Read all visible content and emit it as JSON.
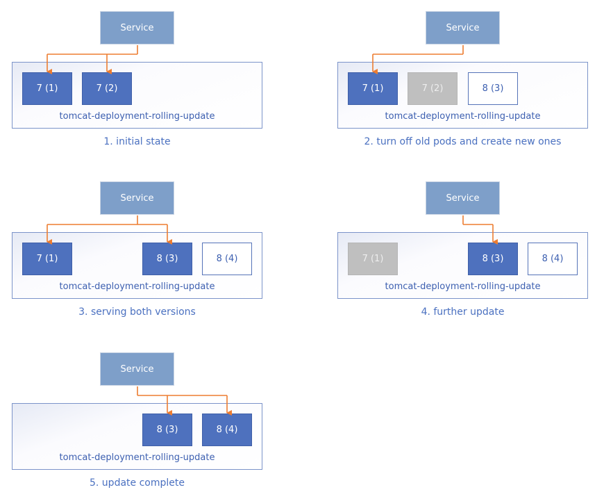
{
  "colors": {
    "service": "#7E9FC9",
    "pod_active": "#4E71BE",
    "pod_old": "#BFBFBF",
    "pod_new_border": "#5573B8",
    "arrow": "#ED7D31",
    "text": "#3C5FB0"
  },
  "panels": [
    {
      "service": "Service",
      "deployment": "tomcat-deployment-rolling-update",
      "caption": "1. initial state",
      "pods": [
        {
          "label": "7 (1)",
          "state": "active",
          "routed": true
        },
        {
          "label": "7 (2)",
          "state": "active",
          "routed": true
        }
      ]
    },
    {
      "service": "Service",
      "deployment": "tomcat-deployment-rolling-update",
      "caption": "2. turn off old pods and create new ones",
      "pods": [
        {
          "label": "7 (1)",
          "state": "active",
          "routed": true
        },
        {
          "label": "7 (2)",
          "state": "old",
          "routed": false
        },
        {
          "label": "8 (3)",
          "state": "new",
          "routed": false
        }
      ]
    },
    {
      "service": "Service",
      "deployment": "tomcat-deployment-rolling-update",
      "caption": "3. serving both versions",
      "pods": [
        {
          "label": "7 (1)",
          "state": "active",
          "routed": true
        },
        {
          "label": "8 (3)",
          "state": "active",
          "routed": true
        },
        {
          "label": "8 (4)",
          "state": "new",
          "routed": false
        }
      ]
    },
    {
      "service": "Service",
      "deployment": "tomcat-deployment-rolling-update",
      "caption": "4. further update",
      "pods": [
        {
          "label": "7 (1)",
          "state": "old",
          "routed": false
        },
        {
          "label": "8 (3)",
          "state": "active",
          "routed": true
        },
        {
          "label": "8 (4)",
          "state": "new",
          "routed": false
        }
      ]
    },
    {
      "service": "Service",
      "deployment": "tomcat-deployment-rolling-update",
      "caption": "5. update complete",
      "pods": [
        {
          "label": "8 (3)",
          "state": "active",
          "routed": true
        },
        {
          "label": "8 (4)",
          "state": "active",
          "routed": true
        }
      ]
    }
  ]
}
